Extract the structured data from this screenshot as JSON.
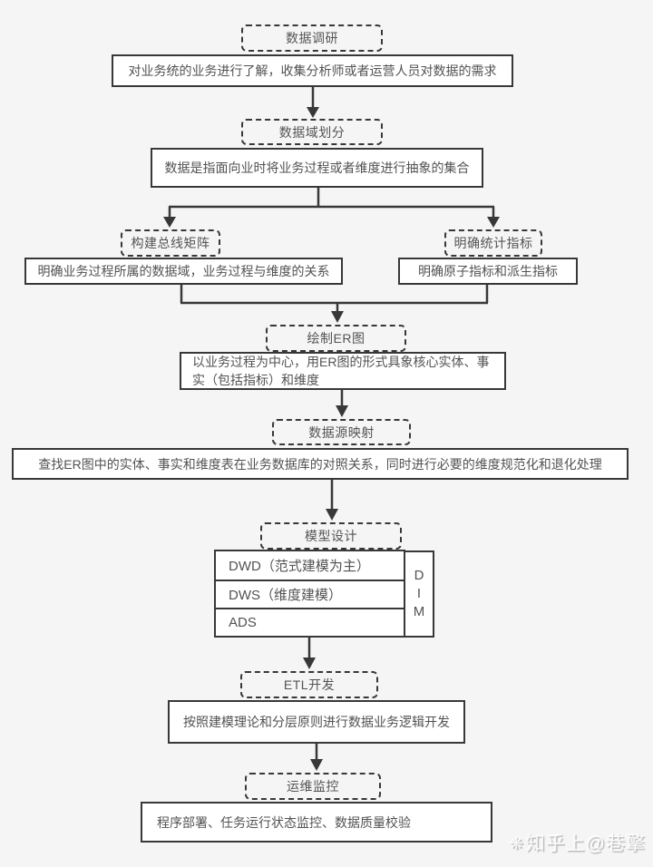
{
  "colors": {
    "background": "#f5f5f5",
    "line": "#383838",
    "box_fill": "#ffffff",
    "text": "#525252"
  },
  "steps": {
    "survey": {
      "title": "数据调研",
      "desc": "对业务统的业务进行了解，收集分析师或者运营人员对数据的需求"
    },
    "domain": {
      "title": "数据域划分",
      "desc": "数据是指面向业时将业务过程或者维度进行抽象的集合"
    },
    "bus_matrix": {
      "title": "构建总线矩阵",
      "desc": "明确业务过程所属的数据域，业务过程与维度的关系"
    },
    "metrics": {
      "title": "明确统计指标",
      "desc": "明确原子指标和派生指标"
    },
    "er_diagram": {
      "title": "绘制ER图",
      "desc": "以业务过程为中心，用ER图的形式具象核心实体、事实（包括指标）和维度"
    },
    "source_mapping": {
      "title": "数据源映射",
      "desc": "查找ER图中的实体、事实和维度表在业务数据库的对照关系，同时进行必要的维度规范化和退化处理"
    },
    "model_design": {
      "title": "模型设计",
      "layers": [
        "DWD（范式建模为主）",
        "DWS（维度建模）",
        "ADS"
      ],
      "dim_letters": [
        "D",
        "I",
        "M"
      ]
    },
    "etl": {
      "title": "ETL开发",
      "desc": "按照建模理论和分层原则进行数据业务逻辑开发"
    },
    "ops": {
      "title": "运维监控",
      "desc": "程序部署、任务运行状态监控、数据质量校验"
    }
  },
  "watermark": {
    "logo": "❋",
    "text": "知乎上@巷擎"
  }
}
